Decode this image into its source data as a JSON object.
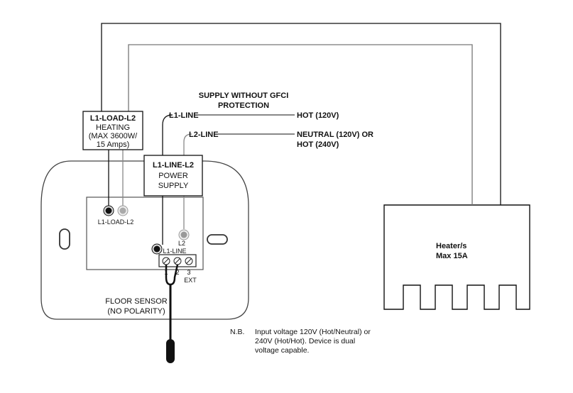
{
  "boxes": {
    "heating": {
      "title": "L1-LOAD-L2",
      "lines": [
        "HEATING",
        "(MAX 3600W/",
        "15 Amps)"
      ]
    },
    "power": {
      "title": "L1-LINE-L2",
      "lines": [
        "POWER",
        "SUPPLY"
      ]
    }
  },
  "supply": {
    "title_line1": "SUPPLY WITHOUT GFCI",
    "title_line2": "PROTECTION",
    "l1_label": "L1-LINE",
    "l2_label": "L2-LINE",
    "hot_label": "HOT (120V)",
    "neutral_line1": "NEUTRAL (120V) OR",
    "neutral_line2": "HOT (240V)"
  },
  "device": {
    "load_terminal_label": "L1-LOAD-L2",
    "l2_terminal_label": "L2",
    "line_terminal_label": "L1-LINE",
    "block_numbers": [
      "1",
      "2",
      "3"
    ],
    "ext_label": "EXT"
  },
  "sensor": {
    "line1": "FLOOR SENSOR",
    "line2": "(NO POLARITY)"
  },
  "heater": {
    "line1": "Heater/s",
    "line2": "Max 15A"
  },
  "note": {
    "prefix": "N.B.",
    "line1": "Input voltage 120V (Hot/Neutral) or",
    "line2": "240V (Hot/Hot). Device is dual",
    "line3": "voltage capable."
  },
  "colors": {
    "wire_dark": "#111111",
    "wire_gray": "#888888",
    "outline": "#444444"
  }
}
